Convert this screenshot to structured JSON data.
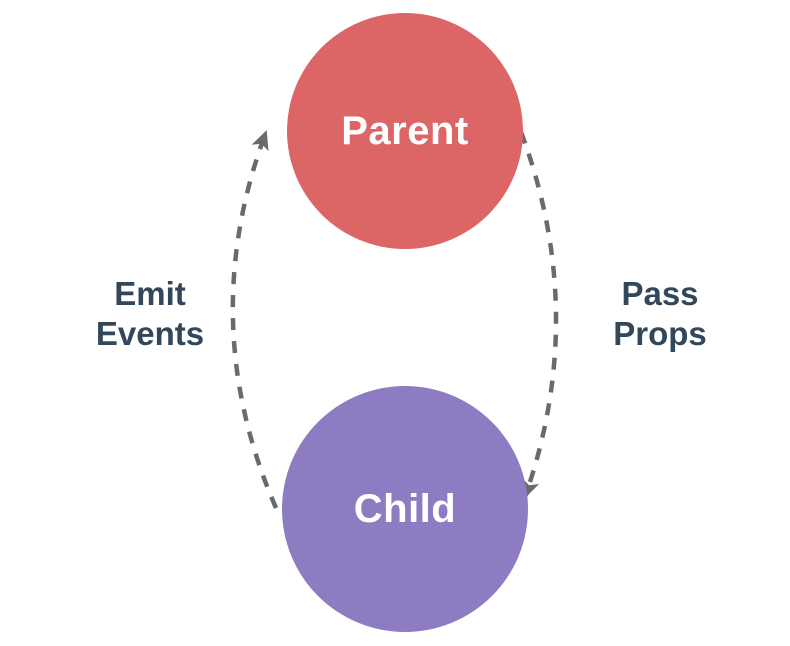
{
  "diagram": {
    "background_color": "#FFFFFF",
    "nodes": {
      "parent": {
        "label": "Parent",
        "fill": "#DC6565",
        "text_color": "#FFFFFF",
        "shape": "circle"
      },
      "child": {
        "label": "Child",
        "fill": "#8E7CC3",
        "text_color": "#FFFFFF",
        "shape": "circle"
      }
    },
    "edges": {
      "emit_events": {
        "line1": "Emit",
        "line2": "Events",
        "from": "Child",
        "to": "Parent",
        "side": "left",
        "style": "dashed-arc",
        "arrow_color": "#6A6A6A"
      },
      "pass_props": {
        "line1": "Pass",
        "line2": "Props",
        "from": "Parent",
        "to": "Child",
        "side": "right",
        "style": "dashed-arc",
        "arrow_color": "#6A6A6A"
      }
    },
    "edge_label_color": "#33475B"
  }
}
